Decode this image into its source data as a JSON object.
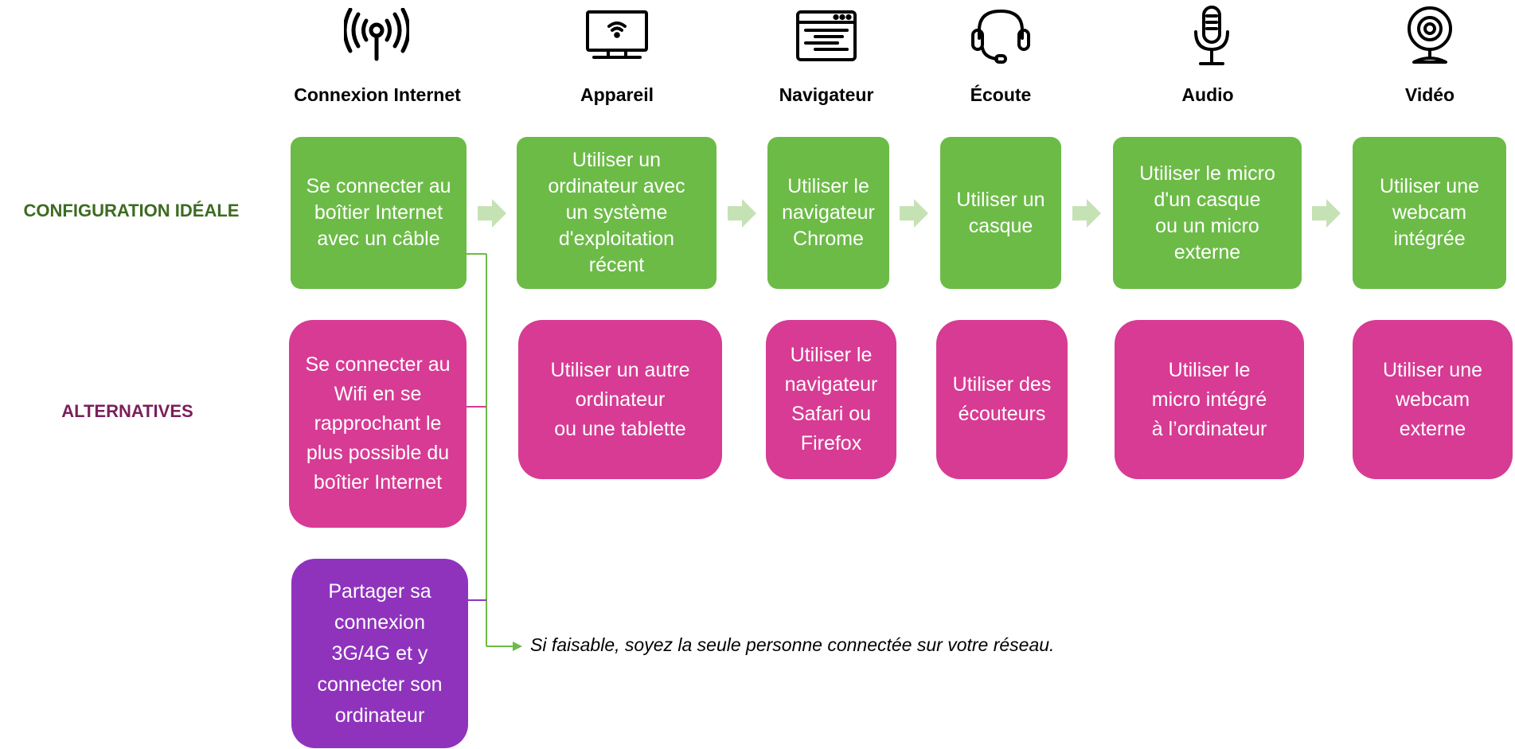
{
  "colors": {
    "ideal": "#6cbb47",
    "alternative": "#d73b93",
    "alternative_last": "#8f33bd",
    "ideal_label": "#3d6b21",
    "alternatives_label": "#7a1f5a",
    "arrow": "#c5e2b4"
  },
  "columns": [
    {
      "title": "Connexion Internet",
      "icon": "antenna-signal-icon"
    },
    {
      "title": "Appareil",
      "icon": "computer-monitor-icon"
    },
    {
      "title": "Navigateur",
      "icon": "browser-window-icon"
    },
    {
      "title": "Écoute",
      "icon": "headset-icon"
    },
    {
      "title": "Audio",
      "icon": "microphone-icon"
    },
    {
      "title": "Vidéo",
      "icon": "webcam-icon"
    }
  ],
  "rows": {
    "ideal_label": "CONFIGURATION IDÉALE",
    "alternatives_label": "ALTERNATIVES"
  },
  "ideal": [
    "Se connecter au\nboîtier Internet\navec un câble",
    "Utiliser un\nordinateur avec\nun système\nd'exploitation\nrécent",
    "Utiliser le\nnavigateur\nChrome",
    "Utiliser un\ncasque",
    "Utiliser le micro\nd'un casque\nou un micro\nexterne",
    "Utiliser une\nwebcam\nintégrée"
  ],
  "alternatives": [
    "Se connecter au\nWifi en se\nrapprochant le\nplus possible du\nboîtier Internet",
    "Utiliser un autre\nordinateur\nou une tablette",
    "Utiliser le\nnavigateur\nSafari ou\nFirefox",
    "Utiliser des\nécouteurs",
    "Utiliser le\nmicro intégré\nà l’ordinateur",
    "Utiliser une\nwebcam\nexterne"
  ],
  "extra_alternative": "Partager sa\nconnexion\n3G/4G et y\nconnecter son\nordinateur",
  "note": "Si faisable, soyez la seule personne connectée sur votre réseau."
}
